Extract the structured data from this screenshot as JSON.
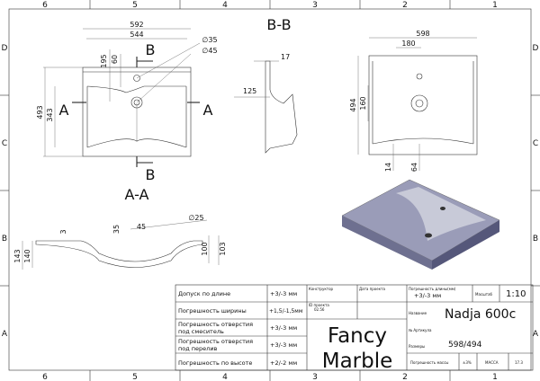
{
  "sheet": {
    "columns": [
      "6",
      "5",
      "4",
      "3",
      "2",
      "1"
    ],
    "rows": [
      "D",
      "C",
      "B",
      "A"
    ]
  },
  "views": {
    "top": {
      "dims": [
        "592",
        "544",
        "195",
        "60",
        "493",
        "343"
      ],
      "diameters": [
        "∅35",
        "∅45"
      ],
      "section_a": "A",
      "section_b": "B"
    },
    "section_bb": {
      "title": "B-B",
      "dims": [
        "17",
        "125"
      ]
    },
    "right": {
      "dims": [
        "598",
        "180",
        "494",
        "160",
        "14",
        "64"
      ]
    },
    "section_aa": {
      "title": "A-A",
      "dims": [
        "∅25",
        "35",
        "45",
        "3",
        "143",
        "140",
        "100",
        "103"
      ]
    }
  },
  "title_block": {
    "tolerances": [
      {
        "label": "Допуск по длине",
        "value": "+3/-3 мм"
      },
      {
        "label": "Погрешность ширины",
        "value": "+1,5/-1,5мм"
      },
      {
        "label": "Погрешность отверстия под смеситель",
        "value": "+3/-3 мм"
      },
      {
        "label": "Погрешность отверстия под перелив",
        "value": "+3/-3 мм"
      },
      {
        "label": "Погрешность по высоте",
        "value": "+2/-2 мм"
      }
    ],
    "constructor_label": "Конструктор",
    "date_label": "Дата проекта",
    "project_id_label": "ID проекта",
    "project_id": "02.56",
    "brand_line1": "Fancy",
    "brand_line2": "Marble",
    "length_tol_label": "Погрешность длины(мм)",
    "length_tol_value": "+3/-3 мм",
    "scale_label": "Масштаб",
    "scale": "1:10",
    "name_label": "Название",
    "name": "Nadja 600c",
    "article_label": "№ Артикула",
    "size_label": "Размеры",
    "size": "598/494",
    "mass_tol_label": "Погрешность массы",
    "mass_tol": "±3%",
    "mass_label": "МАССА",
    "mass": "17.3"
  }
}
